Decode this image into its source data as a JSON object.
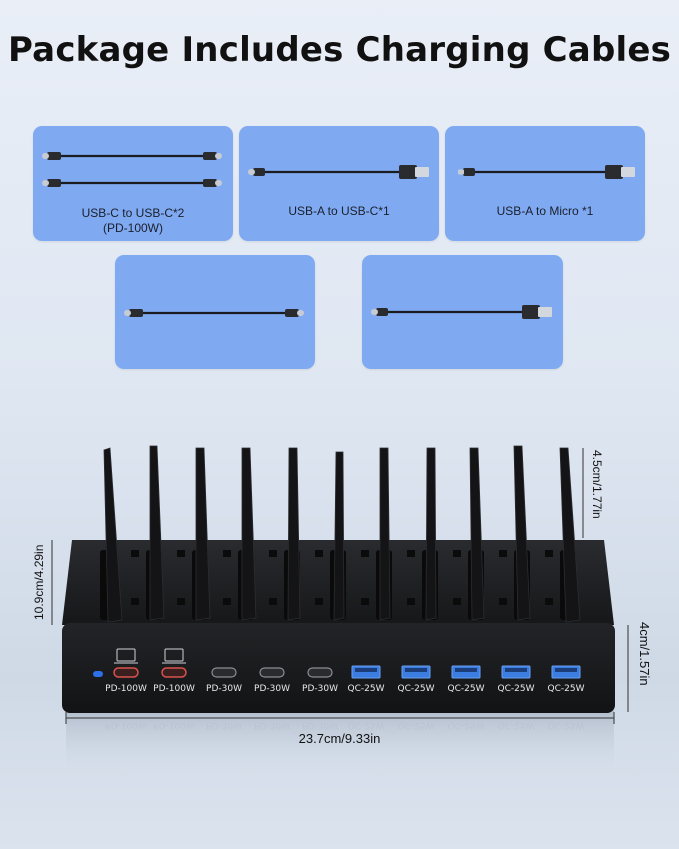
{
  "title": "Package Includes Charging Cables",
  "cards": [
    {
      "label_line1": "USB-C to USB-C*2",
      "label_line2": "(PD-100W)"
    },
    {
      "label_line1": "USB-A to USB-C*1"
    },
    {
      "label_line1": "USB-A to Micro *1"
    },
    {},
    {}
  ],
  "dimensions": {
    "height_slot": "4.5cm/1.77in",
    "depth": "10.9cm/4.29in",
    "height_body": "4cm/1.57in",
    "width": "23.7cm/9.33in"
  },
  "ports": [
    "PD-100W",
    "PD-100W",
    "PD-30W",
    "PD-30W",
    "PD-30W",
    "QC-25W",
    "QC-25W",
    "QC-25W",
    "QC-25W",
    "QC-25W"
  ],
  "reflection": [
    "PD-100W",
    "PD-100W",
    "PD-30W",
    "PD-30W",
    "PD-30W",
    "QC-25W",
    "QC-25W",
    "QC-25W",
    "QC-25W",
    "QC-25W"
  ],
  "colors": {
    "card": "#7faaf2",
    "device": "#1b1c1f",
    "usb_c_pd100": "#d9534f",
    "usb_a": "#3b7de0",
    "indicator": "#2f6fe8"
  }
}
